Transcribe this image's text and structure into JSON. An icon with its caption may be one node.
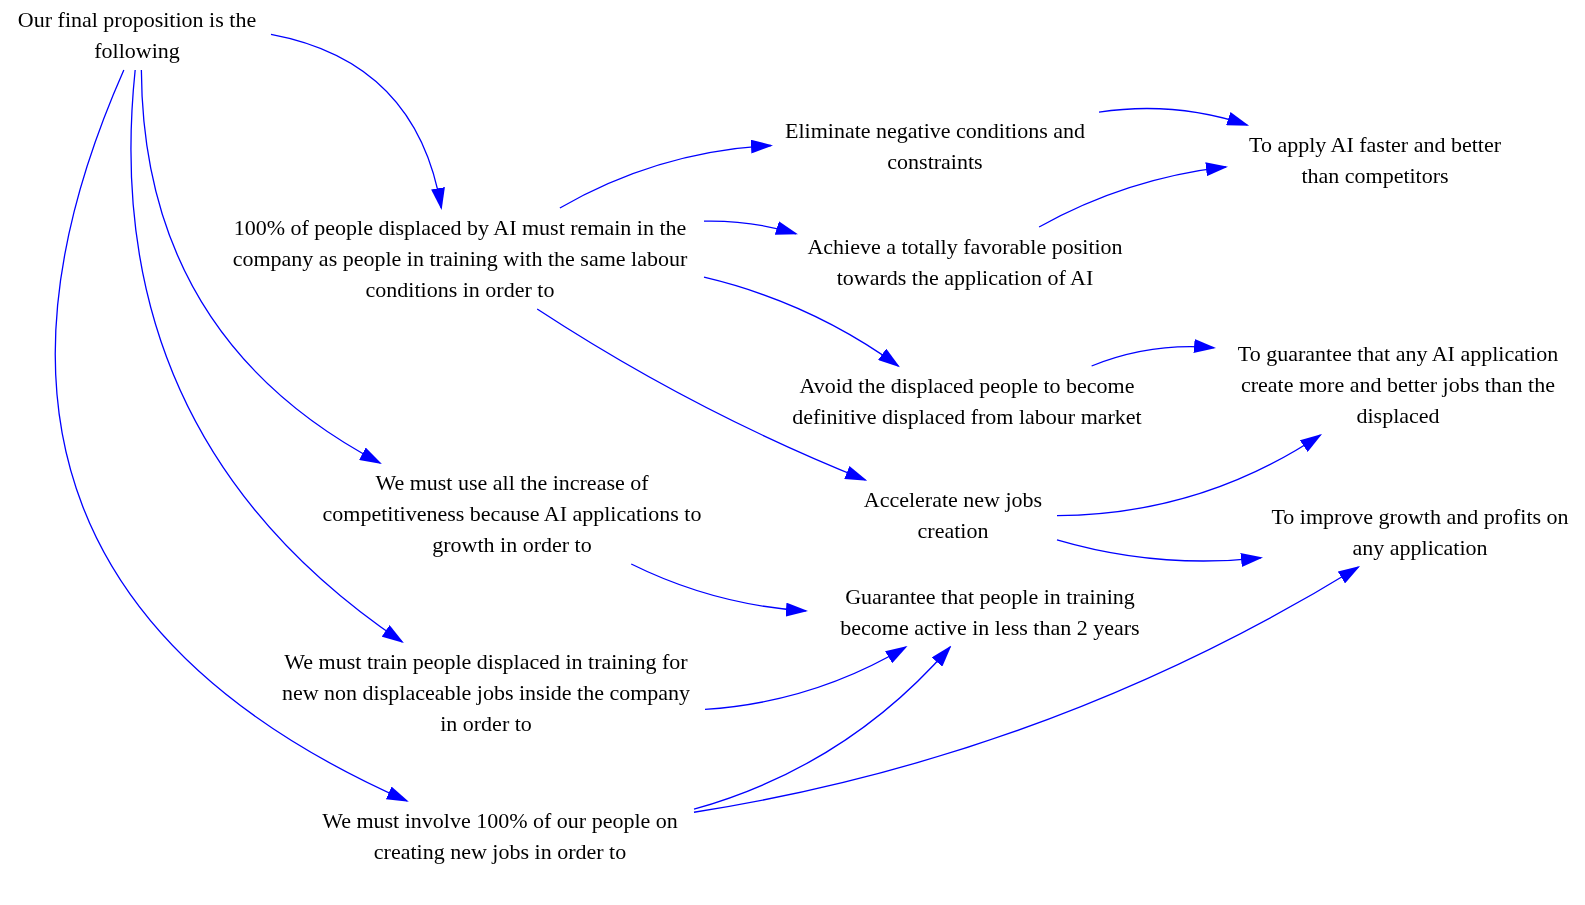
{
  "diagram": {
    "nodes": [
      {
        "text": [
          "Our final proposition is the following"
        ]
      },
      {
        "text": [
          "100% of people displaced by AI must remain in the company as people in training with the same labour conditions in order to"
        ]
      },
      {
        "text": [
          "Eliminate negative conditions and constraints"
        ]
      },
      {
        "text": [
          "To apply AI faster and better than competitors"
        ]
      },
      {
        "text": [
          "Achieve a totally favorable position towards the application of AI"
        ]
      },
      {
        "text": [
          "Avoid the displaced people to become definitive displaced from labour market"
        ]
      },
      {
        "text": [
          "To guarantee that any AI application create more and better jobs than the displaced"
        ]
      },
      {
        "text": [
          "We must use all the increase of competitiveness because AI applications to growth in order to"
        ]
      },
      {
        "text": [
          "Accelerate new jobs creation"
        ]
      },
      {
        "text": [
          "To improve growth and profits on any application"
        ]
      },
      {
        "text": [
          "Guarantee that people in training become active in less than 2 years"
        ]
      },
      {
        "text": [
          "We must train people displaced in training for new non displaceable jobs inside the company in order to"
        ]
      },
      {
        "text": [
          "We must involve 100% of our people on creating new jobs in order to"
        ]
      }
    ],
    "edges": [
      {
        "from": 0,
        "to": 1,
        "arrow": "to"
      },
      {
        "from": 0,
        "to": 7,
        "arrow": "to"
      },
      {
        "from": 0,
        "to": 11,
        "arrow": "to"
      },
      {
        "from": 0,
        "to": 12,
        "arrow": "to"
      },
      {
        "from": 1,
        "to": 2,
        "arrow": "to"
      },
      {
        "from": 1,
        "to": 4,
        "arrow": "to"
      },
      {
        "from": 1,
        "to": 5,
        "arrow": "to"
      },
      {
        "from": 1,
        "to": 8,
        "arrow": "to"
      },
      {
        "from": 2,
        "to": 3,
        "arrow": "to"
      },
      {
        "from": 4,
        "to": 3,
        "arrow": "to"
      },
      {
        "from": 5,
        "to": 6,
        "arrow": "to"
      },
      {
        "from": 8,
        "to": 6,
        "arrow": "to"
      },
      {
        "from": 8,
        "to": 9,
        "arrow": "to"
      },
      {
        "from": 7,
        "to": 10,
        "arrow": "to"
      },
      {
        "from": 11,
        "to": 10,
        "arrow": "to"
      },
      {
        "from": 12,
        "to": 10,
        "arrow": "to"
      },
      {
        "from": 12,
        "to": 9,
        "arrow": "to"
      }
    ]
  }
}
